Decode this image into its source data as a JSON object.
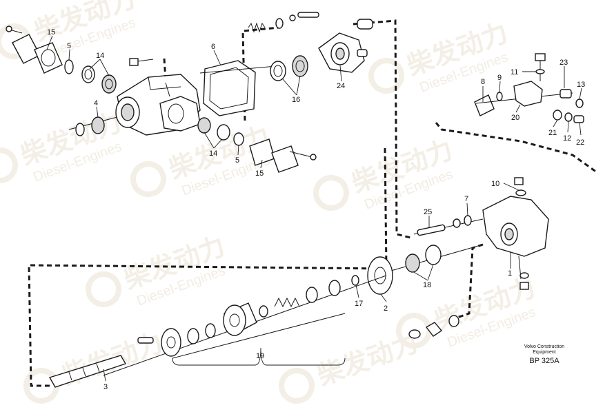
{
  "watermark": {
    "brand_cn": "柴发动力",
    "brand_en": "Diesel-Engines"
  },
  "credit": {
    "company": "Volvo Construction Equipment",
    "code": "BP 325A"
  },
  "callouts": {
    "c1": "1",
    "c2": "2",
    "c3": "3",
    "c4": "4",
    "c5a": "5",
    "c5b": "5",
    "c6": "6",
    "c7": "7",
    "c8": "8",
    "c9": "9",
    "c10": "10",
    "c11": "11",
    "c12": "12",
    "c13": "13",
    "c14a": "14",
    "c14b": "14",
    "c15a": "15",
    "c15b": "15",
    "c16": "16",
    "c17": "17",
    "c18": "18",
    "c19": "19",
    "c20": "20",
    "c21": "21",
    "c22": "22",
    "c23": "23",
    "c24": "24",
    "c25": "25"
  }
}
